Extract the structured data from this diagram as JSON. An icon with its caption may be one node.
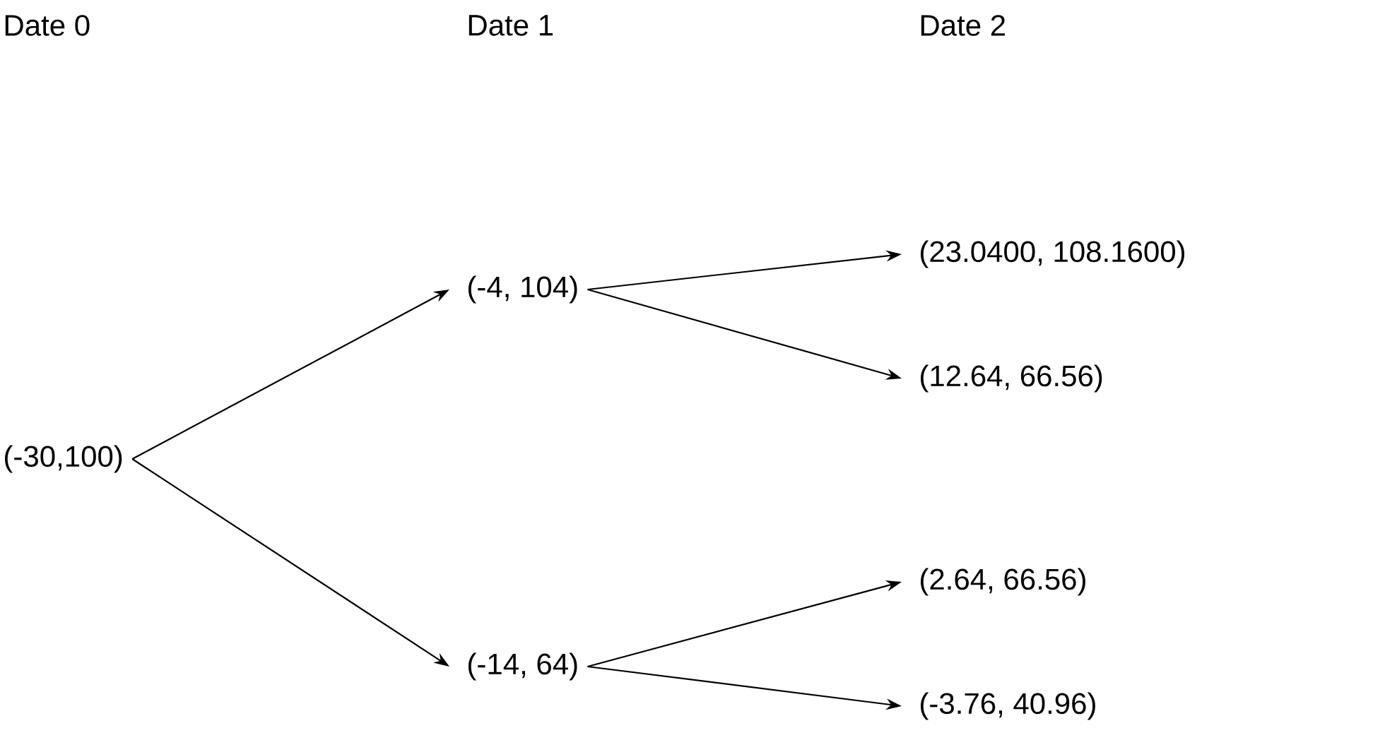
{
  "diagram": {
    "nodes": [
      {
        "text": [
          "(-30,100)"
        ]
      },
      {
        "text": [
          "(-4, 104)"
        ]
      },
      {
        "text": [
          "(-14, 64)"
        ]
      },
      {
        "text": [
          "(23.0400, 108.1600)"
        ]
      },
      {
        "text": [
          "(12.64, 66.56)"
        ]
      },
      {
        "text": [
          "(2.64, 66.56)"
        ]
      },
      {
        "text": [
          "(-3.76, 40.96)"
        ]
      }
    ],
    "edges": [
      {
        "from": 0,
        "to": 1,
        "arrow": "to"
      },
      {
        "from": 0,
        "to": 2,
        "arrow": "to"
      },
      {
        "from": 1,
        "to": 3,
        "arrow": "to"
      },
      {
        "from": 1,
        "to": 4,
        "arrow": "to"
      },
      {
        "from": 2,
        "to": 5,
        "arrow": "to"
      },
      {
        "from": 2,
        "to": 6,
        "arrow": "to"
      }
    ],
    "labels": [
      "Date 0",
      "Date 1",
      "Date 2"
    ]
  }
}
